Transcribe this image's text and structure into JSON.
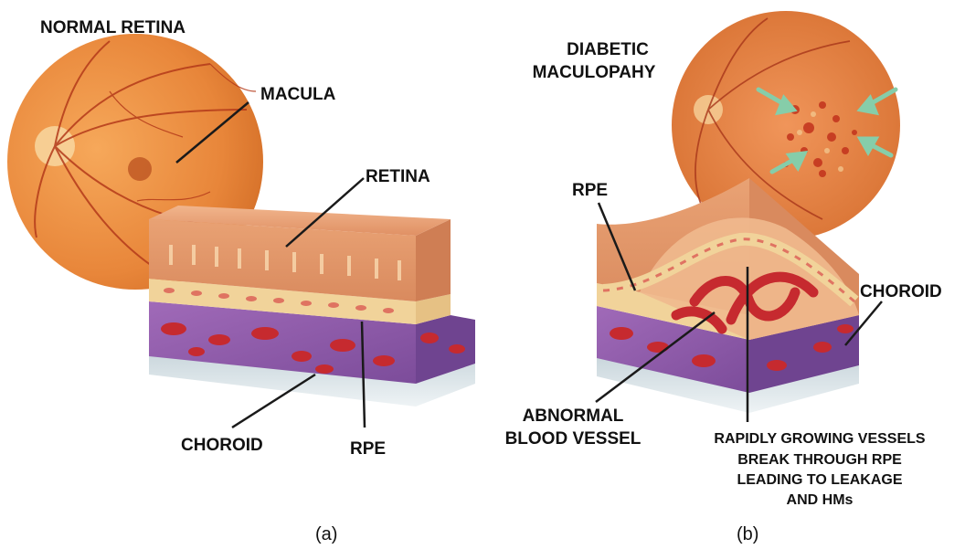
{
  "panel_a": {
    "title": "NORMAL RETINA",
    "labels": {
      "macula": "MACULA",
      "retina": "RETINA",
      "choroid": "CHOROID",
      "rpe": "RPE"
    },
    "caption": "(a)"
  },
  "panel_b": {
    "title_line1": "DIABETIC",
    "title_line2": "MACULOPAHY",
    "labels": {
      "rpe": "RPE",
      "choroid": "CHOROID",
      "abnormal_line1": "ABNORMAL",
      "abnormal_line2": "BLOOD VESSEL",
      "note_line1": "RAPIDLY GROWING VESSELS",
      "note_line2": "BREAK THROUGH RPE",
      "note_line3": "LEADING TO LEAKAGE",
      "note_line4": "AND HMs"
    },
    "caption": "(b)"
  },
  "colors": {
    "fundus": "#e98a3c",
    "retina_layer": "#e39a68",
    "rpe_layer": "#f2d49a",
    "choroid": "#8e5aa8",
    "vessel": "#c9272f",
    "arrow": "#7fc7a3"
  }
}
